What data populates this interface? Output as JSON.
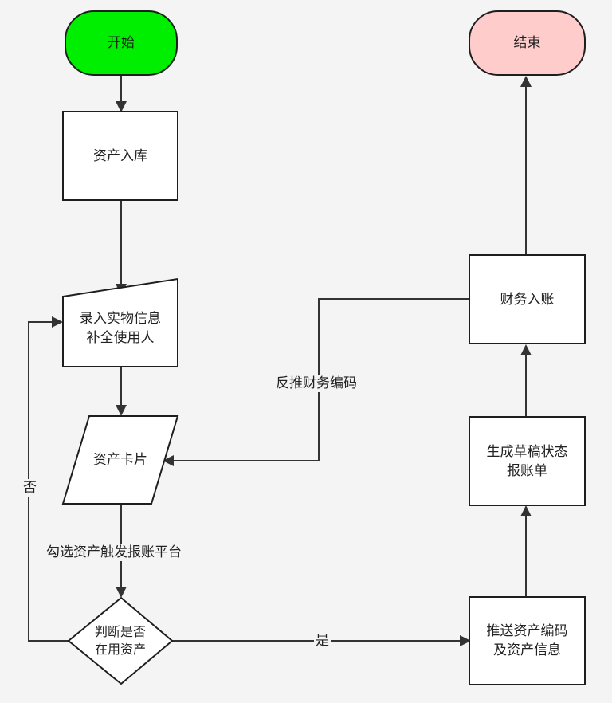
{
  "colors": {
    "start_fill": "#00ee00",
    "end_fill": "#ffcccc",
    "box_fill": "#ffffff",
    "stroke": "#1e1e1e",
    "background": "#f4f4f4"
  },
  "nodes": {
    "start": "开始",
    "end": "结束",
    "asset_inbound": "资产入库",
    "input_info_line1": "录入实物信息",
    "input_info_line2": "补全使用人",
    "asset_card": "资产卡片",
    "decision_line1": "判断是否",
    "decision_line2": "在用资产",
    "push_line1": "推送资产编码",
    "push_line2": "及资产信息",
    "draft_line1": "生成草稿状态",
    "draft_line2": "报账单",
    "finance_post": "财务入账"
  },
  "edges": {
    "select_trigger": "勾选资产触发报账平台",
    "yes": "是",
    "no": "否",
    "back_push": "反推财务编码"
  }
}
